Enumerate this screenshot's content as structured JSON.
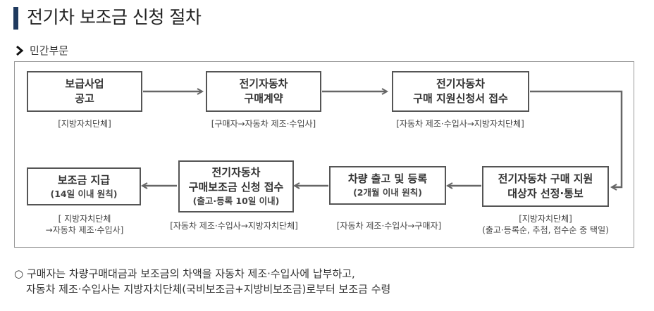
{
  "title": "전기차 보조금 신청 절차",
  "subtitle": "민간부문",
  "steps": [
    {
      "lines": [
        "보급사업",
        "공고"
      ],
      "caption": [
        "[지방자치단체]"
      ]
    },
    {
      "lines": [
        "전기자동차",
        "구매계약"
      ],
      "caption": [
        "[구매자→자동차 제조·수입사]"
      ]
    },
    {
      "lines": [
        "전기자동차",
        "구매 지원신청서 접수"
      ],
      "caption": [
        "[자동차 제조·수입사→지방자치단체]"
      ]
    },
    {
      "lines": [
        "전기자동차 구매 지원",
        "대상자 선정·통보"
      ],
      "caption": [
        "[지방자치단체]",
        "(출고·등록순, 추첨, 접수순 중 택일)"
      ]
    },
    {
      "lines": [
        "차량 출고 및 등록"
      ],
      "small": "(2개월 이내 원칙)",
      "caption": [
        "[자동차 제조·수입사→구매자]"
      ]
    },
    {
      "lines": [
        "전기자동차",
        "구매보조금 신청 접수"
      ],
      "small": "(출고·등록 10일 이내)",
      "caption": [
        "[자동차 제조·수입사→지방자치단체]"
      ]
    },
    {
      "lines": [
        "보조금 지급"
      ],
      "small": "(14일 이내 원칙)",
      "caption": [
        "[ 지방자치단체",
        "→자동차 제조·수입사]"
      ]
    }
  ],
  "note": {
    "bullet": "○",
    "line1": "구매자는 차량구매대금과 보조금의 차액을 자동차 제조·수입사에 납부하고,",
    "line2": "자동차 제조·수입사는 지방자치단체(국비보조금+지방비보조금)로부터 보조금 수령"
  }
}
